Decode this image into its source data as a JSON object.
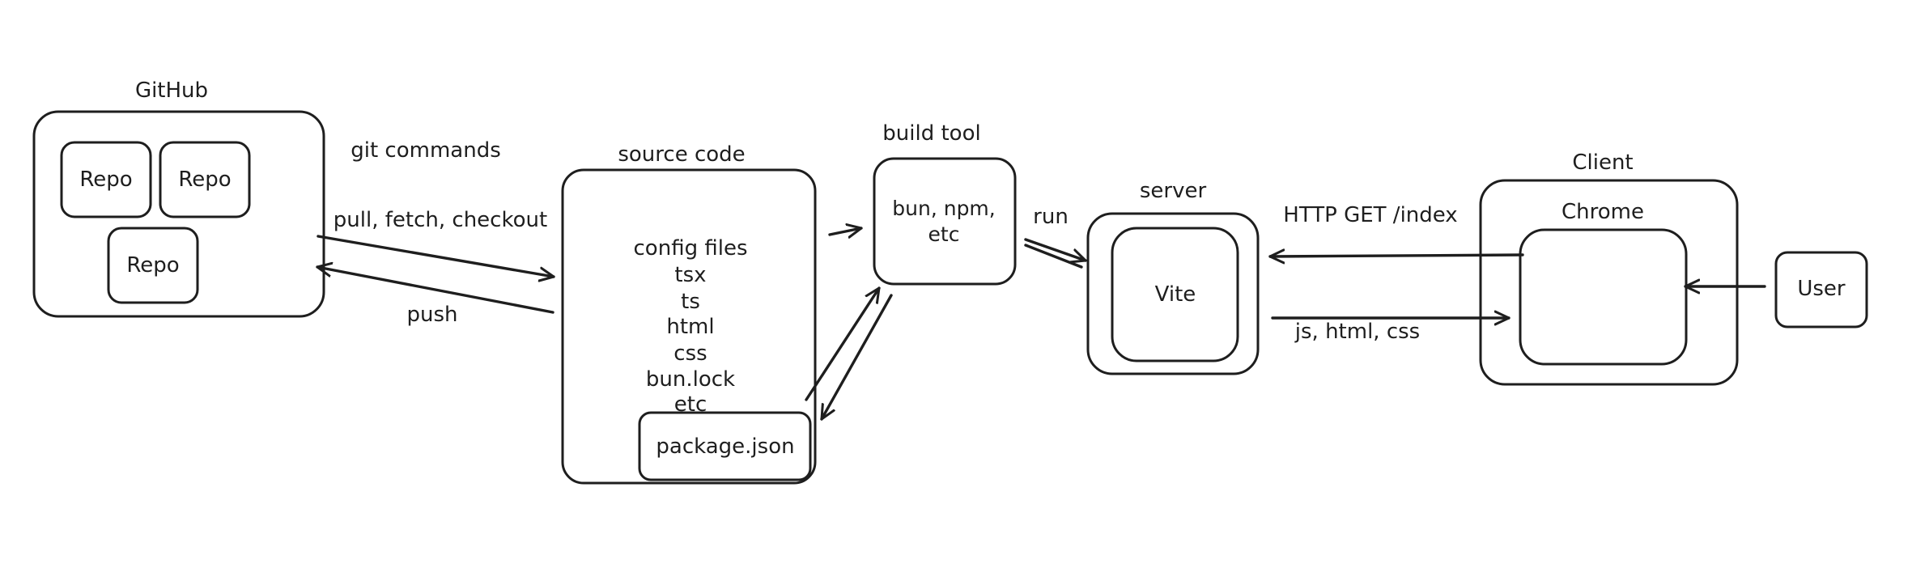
{
  "github": {
    "title": "GitHub",
    "repos": [
      "Repo",
      "Repo",
      "Repo"
    ]
  },
  "git_link": {
    "title": "git commands",
    "forward_label": "pull, fetch, checkout",
    "back_label": "push"
  },
  "source": {
    "title": "source code",
    "items": [
      "config files",
      "tsx",
      "ts",
      "html",
      "css",
      "bun.lock",
      "etc"
    ],
    "package_label": "package.json"
  },
  "build": {
    "title": "build tool",
    "lines": [
      "bun, npm,",
      "etc"
    ]
  },
  "run_label": "run",
  "server": {
    "title": "server",
    "inner_label": "Vite"
  },
  "http": {
    "request_label": "HTTP GET /index",
    "response_label": "js, html, css"
  },
  "client": {
    "title": "Client",
    "browser_label": "Chrome"
  },
  "user_label": "User"
}
